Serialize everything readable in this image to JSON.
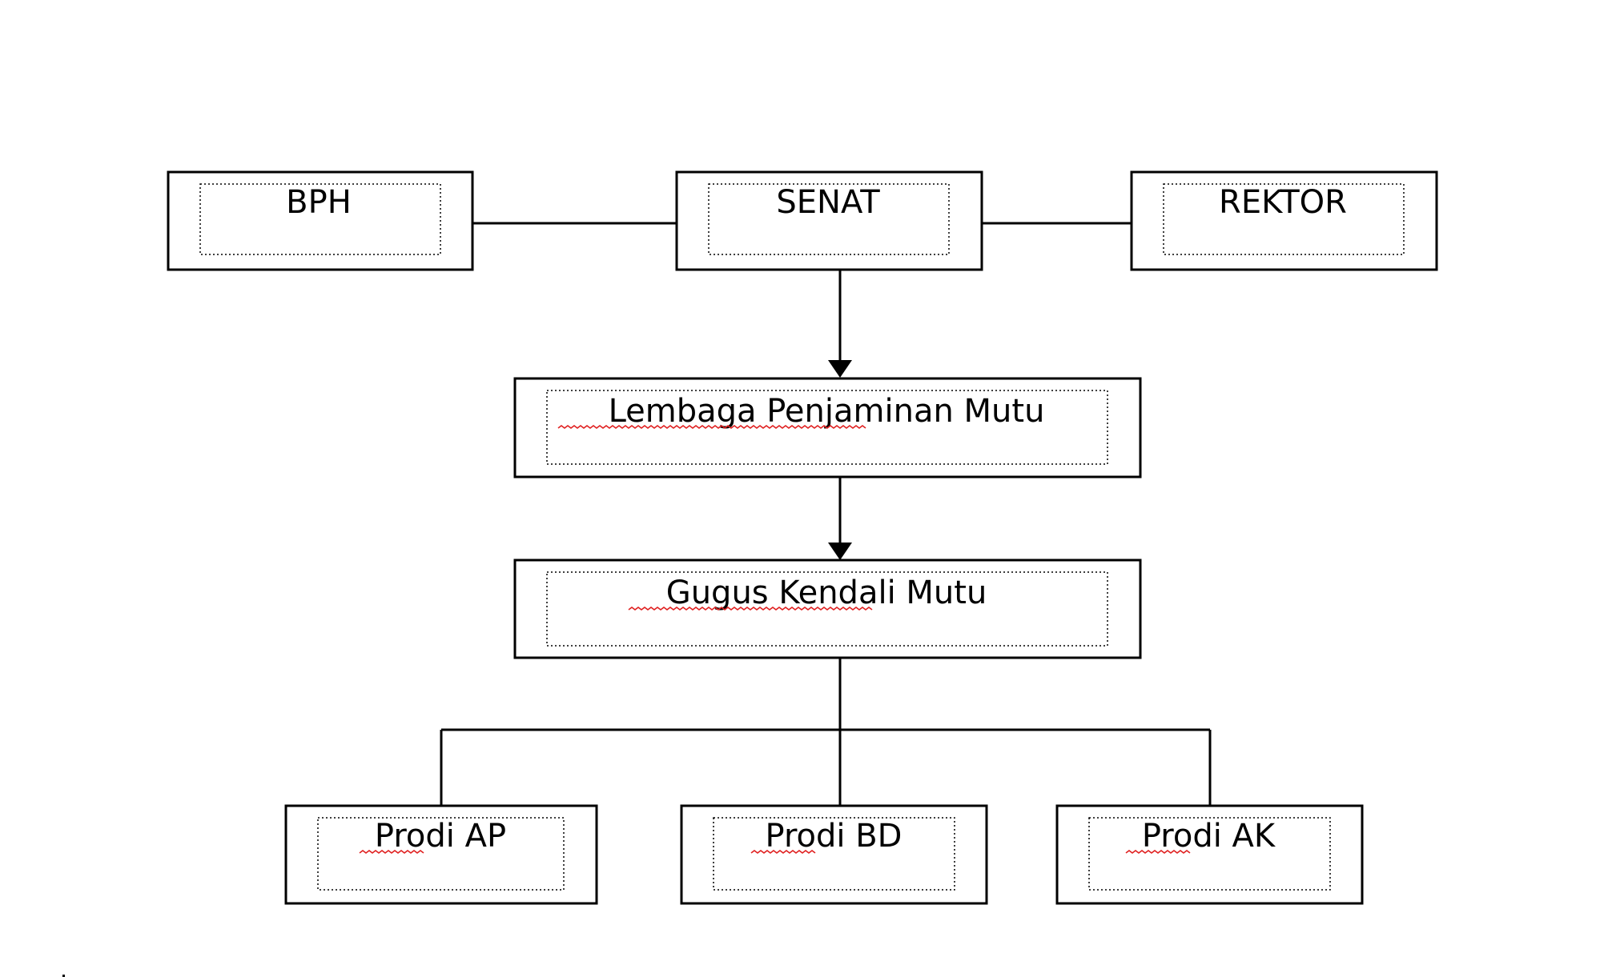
{
  "nodes": {
    "bph": "BPH",
    "senat": "SENAT",
    "rektor": "REKTOR",
    "lpm": "Lembaga Penjaminan Mutu",
    "gkm": "Gugus Kendali Mutu",
    "prodi_ap": "Prodi AP",
    "prodi_bd": "Prodi BD",
    "prodi_ak": "Prodi AK"
  },
  "colors": {
    "line": "#000000",
    "spellcheck": "#e02020",
    "background": "#ffffff"
  }
}
